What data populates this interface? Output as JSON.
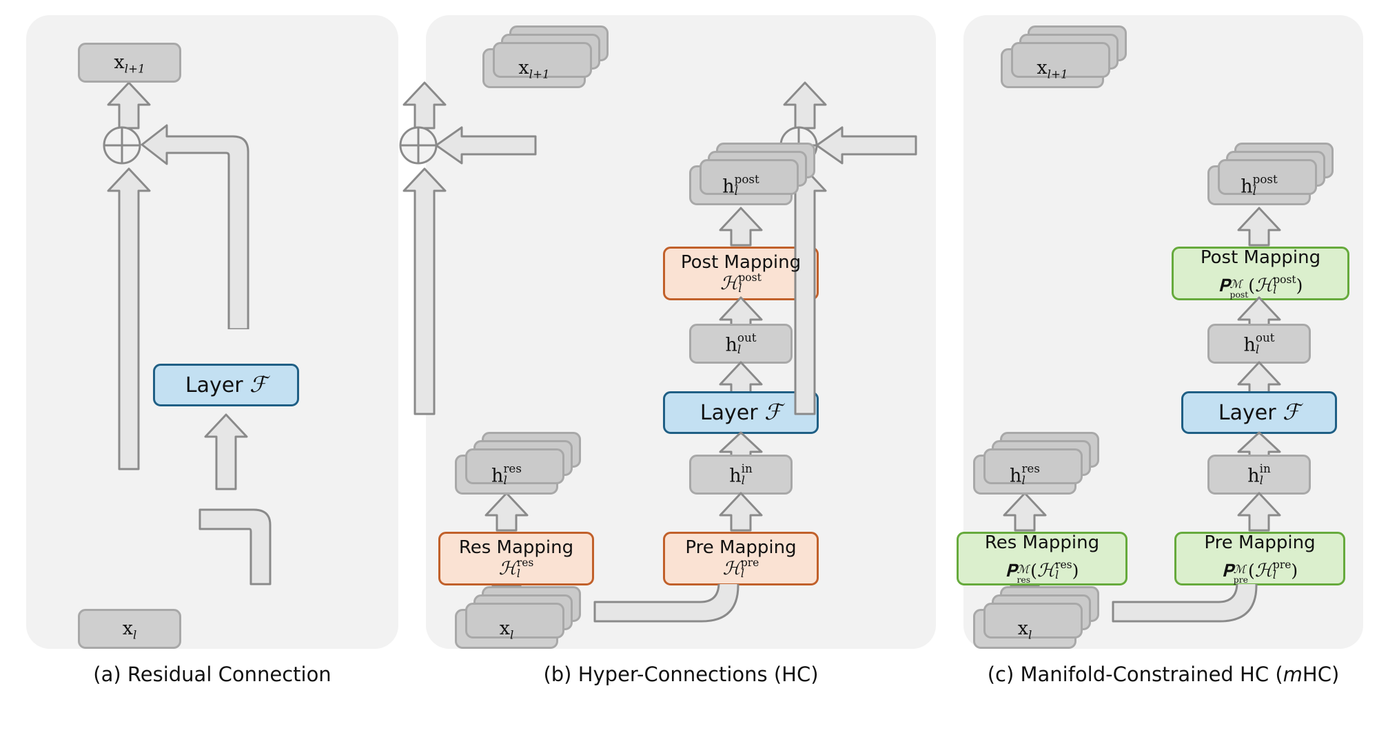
{
  "figure": {
    "panels": [
      {
        "id": "a",
        "caption": "(a) Residual Connection",
        "nodes": {
          "out": "x l+1",
          "in": "x l",
          "layer": "Layer F"
        }
      },
      {
        "id": "b",
        "caption": "(b) Hyper-Connections (HC)",
        "nodes": {
          "out": "x l+1",
          "in": "x l",
          "layer": "Layer F",
          "h_post": "h l post",
          "h_out": "h l out",
          "h_in": "h l in",
          "h_res": "h l res",
          "post_mapping_title": "Post Mapping",
          "post_mapping_formula": "H l post",
          "res_mapping_title": "Res Mapping",
          "res_mapping_formula": "H l res",
          "pre_mapping_title": "Pre Mapping",
          "pre_mapping_formula": "H l pre"
        }
      },
      {
        "id": "c",
        "caption": "(c) Manifold-Constrained HC (mHC)",
        "caption_italic_part": "m",
        "nodes": {
          "out": "x l+1",
          "in": "x l",
          "layer": "Layer F",
          "h_post": "h l post",
          "h_out": "h l out",
          "h_in": "h l in",
          "h_res": "h l res",
          "post_mapping_title": "Post Mapping",
          "post_mapping_formula": "P M^post ( H l post )",
          "res_mapping_title": "Res Mapping",
          "res_mapping_formula": "P M^res ( H l res )",
          "pre_mapping_title": "Pre Mapping",
          "pre_mapping_formula": "P M^pre ( H l pre )"
        }
      }
    ],
    "symbols": {
      "plus_operator": "circled-plus",
      "layer_symbol": "F",
      "calligraphic_H": "H",
      "calligraphic_P": "P",
      "calligraphic_M": "M"
    },
    "colors": {
      "panel_background": "#f2f2f2",
      "variable_box_fill": "#cfcfcf",
      "variable_box_border": "#a8a8a8",
      "layer_box_fill": "#c3e0f2",
      "layer_box_border": "#1f5f85",
      "hc_mapping_fill": "#fae2d3",
      "hc_mapping_border": "#c1602a",
      "mhc_mapping_fill": "#dbefcd",
      "mhc_mapping_border": "#66aa3c",
      "arrow_fill": "#e6e6e6",
      "arrow_stroke": "#8a8a8a",
      "text": "#111111"
    }
  }
}
